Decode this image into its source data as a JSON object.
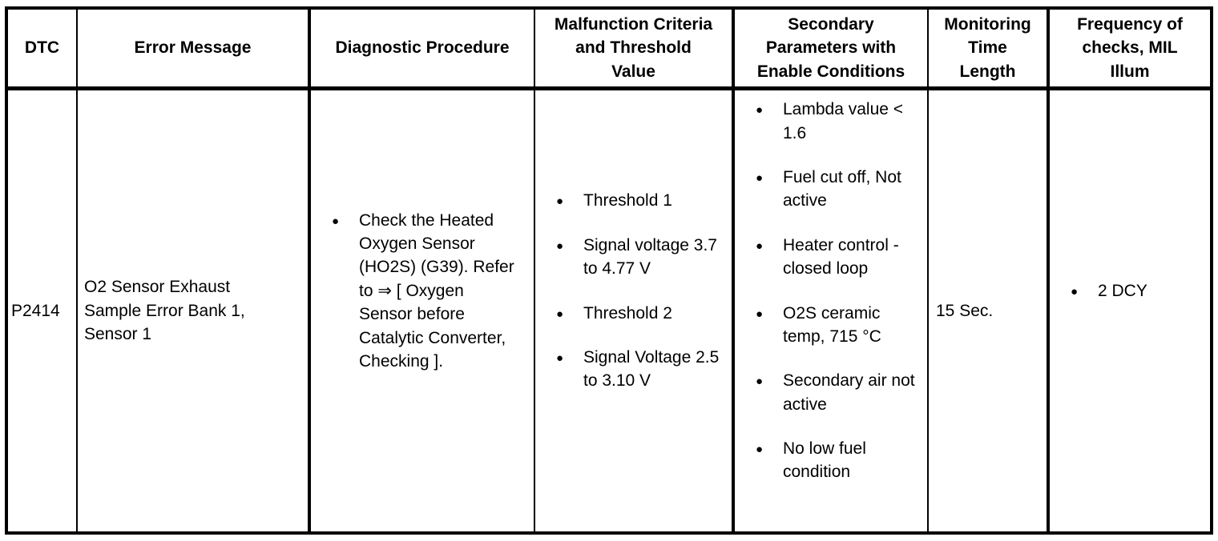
{
  "colors": {
    "border": "#000000",
    "text": "#000000",
    "background": "#ffffff"
  },
  "table": {
    "columns": [
      {
        "id": "dtc",
        "label": "DTC"
      },
      {
        "id": "error_message",
        "label": "Error Message"
      },
      {
        "id": "diagnostic_procedure",
        "label": "Diagnostic Procedure"
      },
      {
        "id": "malfunction_criteria",
        "label": "Malfunction Criteria\nand Threshold\nValue"
      },
      {
        "id": "secondary_parameters",
        "label": "Secondary\nParameters with\nEnable Conditions"
      },
      {
        "id": "monitoring_time_length",
        "label": "Monitoring\nTime\nLength"
      },
      {
        "id": "frequency_of_checks",
        "label": "Frequency of\nchecks, MIL\nIllum"
      }
    ],
    "rows": [
      {
        "dtc": "P2414",
        "error_message": "O2 Sensor Exhaust Sample Error Bank 1, Sensor 1",
        "diagnostic_procedure": [
          "Check the Heated Oxygen Sensor (HO2S) (G39). Refer to ⇒ [ Oxygen Sensor before Catalytic Converter, Checking ]."
        ],
        "malfunction_criteria": [
          "Threshold 1",
          "Signal voltage 3.7 to 4.77 V",
          "Threshold 2",
          "Signal Voltage 2.5 to 3.10 V"
        ],
        "secondary_parameters": [
          "Lambda value < 1.6",
          "Fuel cut off, Not active",
          "Heater control - closed loop",
          "O2S ceramic temp, 715 °C",
          "Secondary air not active",
          "No low fuel condition"
        ],
        "monitoring_time_length": "15 Sec.",
        "frequency_of_checks": [
          "2 DCY"
        ]
      }
    ]
  }
}
